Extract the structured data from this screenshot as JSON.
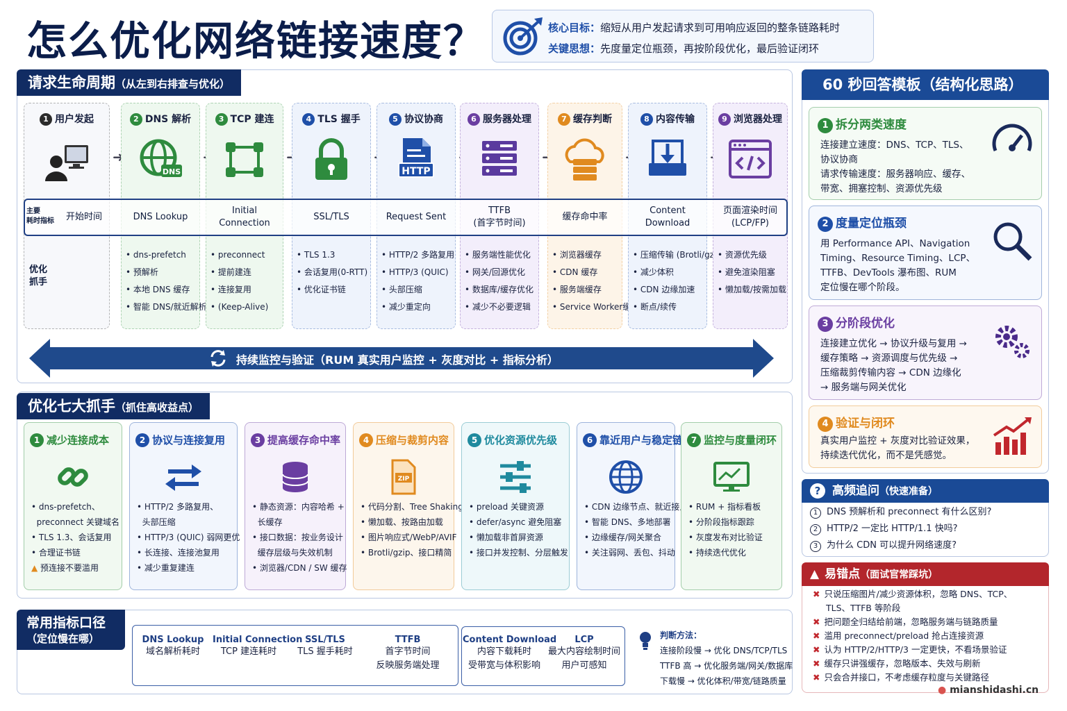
{
  "title": "怎么优化网络链接速度？",
  "goal": {
    "k1": "核心目标：",
    "v1": "缩短从用户发起请求到可用响应返回的整条链路耗时",
    "k2": "关键思想：",
    "v2": "先度量定位瓶颈，再按阶段优化，最后验证闭环",
    "icon": "target-icon"
  },
  "lifecycle": {
    "title": "请求生命周期",
    "sub": "（从左到右排查与优化）",
    "metric_label": [
      "主要",
      "耗时指标"
    ],
    "lever_label": [
      "优化",
      "抓手"
    ],
    "loop": "持续监控与验证（RUM 真实用户监控 + 灰度对比 + 指标分析）",
    "steps": [
      {
        "n": "1",
        "t": "用户发起",
        "m1": "开始时间",
        "m2": "",
        "items": []
      },
      {
        "n": "2",
        "t": "DNS 解析",
        "m1": "DNS Lookup",
        "m2": "",
        "items": [
          "dns-prefetch",
          "预解析",
          "本地 DNS 缓存",
          "智能 DNS/就近解析"
        ]
      },
      {
        "n": "3",
        "t": "TCP 建连",
        "m1": "Initial",
        "m2": "Connection",
        "items": [
          "preconnect",
          "提前建连",
          "连接复用",
          "(Keep-Alive)"
        ]
      },
      {
        "n": "4",
        "t": "TLS 握手",
        "m1": "SSL/TLS",
        "m2": "",
        "items": [
          "TLS 1.3",
          "会话复用(0-RTT)",
          "优化证书链"
        ]
      },
      {
        "n": "5",
        "t": "协议协商",
        "m1": "Request Sent",
        "m2": "",
        "items": [
          "HTTP/2 多路复用",
          "HTTP/3 (QUIC)",
          "头部压缩",
          "减少重定向"
        ]
      },
      {
        "n": "6",
        "t": "服务器处理",
        "m1": "TTFB",
        "m2": "(首字节时间)",
        "items": [
          "服务端性能优化",
          "网关/回源优化",
          "数据库/缓存优化",
          "减少不必要逻辑"
        ]
      },
      {
        "n": "7",
        "t": "缓存判断",
        "m1": "缓存命中率",
        "m2": "",
        "items": [
          "浏览器缓存",
          "CDN 缓存",
          "服务端缓存",
          "Service Worker缓存"
        ]
      },
      {
        "n": "8",
        "t": "内容传输",
        "m1": "Content",
        "m2": "Download",
        "items": [
          "压缩传输 (Brotli/gzip)",
          "减少体积",
          "CDN 边缘加速",
          "断点/续传"
        ]
      },
      {
        "n": "9",
        "t": "浏览器处理",
        "m1": "页面渲染时间",
        "m2": "(LCP/FP)",
        "items": [
          "资源优先级",
          "避免渲染阻塞",
          "懒加载/按需加载"
        ]
      }
    ]
  },
  "levers": {
    "title": "优化七大抓手",
    "sub": "（抓住高收益点）",
    "items": [
      {
        "n": "1",
        "t": "减少连接成本",
        "items": [
          "dns-prefetch、",
          "preconnect 关键域名",
          "TLS 1.3、会话复用",
          "合理证书链",
          "预连接不要滥用"
        ]
      },
      {
        "n": "2",
        "t": "协议与连接复用",
        "items": [
          "HTTP/2 多路复用、",
          "头部压缩",
          "HTTP/3 (QUIC) 弱网更优",
          "长连接、连接池复用",
          "减少重复建连"
        ]
      },
      {
        "n": "3",
        "t": "提高缓存命中率",
        "items": [
          "静态资源：内容哈希 +",
          "长缓存",
          "接口数据：按业务设计",
          "缓存层级与失效机制",
          "浏览器/CDN / SW 缓存"
        ]
      },
      {
        "n": "4",
        "t": "压缩与裁剪内容",
        "items": [
          "代码分割、Tree Shaking",
          "懒加载、按路由加载",
          "图片响应式/WebP/AVIF",
          "Brotli/gzip、接口精简"
        ]
      },
      {
        "n": "5",
        "t": "优化资源优先级",
        "items": [
          "preload 关键资源",
          "defer/async 避免阻塞",
          "懒加载非首屏资源",
          "接口并发控制、分层触发"
        ]
      },
      {
        "n": "6",
        "t": "靠近用户与稳定链路",
        "items": [
          "CDN 边缘节点、就近接入",
          "智能 DNS、多地部署",
          "边缘缓存/网关聚合",
          "关注弱网、丢包、抖动"
        ]
      },
      {
        "n": "7",
        "t": "监控与度量闭环",
        "items": [
          "RUM + 指标看板",
          "分阶段指标跟踪",
          "灰度发布对比验证",
          "持续迭代优化"
        ]
      }
    ]
  },
  "metrics": {
    "title1": "常用指标口径",
    "title2": "（定位慢在哪）",
    "cells": [
      {
        "a": "DNS Lookup",
        "b": "域名解析耗时"
      },
      {
        "a": "Initial Connection",
        "b": "TCP 建连耗时"
      },
      {
        "a": "SSL/TLS",
        "b": "TLS 握手耗时"
      },
      {
        "a": "TTFB",
        "b": "首字节时间",
        "c": "反映服务端处理"
      },
      {
        "a": "Content Download",
        "b": "内容下载耗时",
        "c": "受带宽与体积影响"
      },
      {
        "a": "LCP",
        "b": "最大内容绘制时间",
        "c": "用户可感知"
      }
    ],
    "judge": {
      "t": "判断方法：",
      "l": [
        "连接阶段慢 → 优化 DNS/TCP/TLS",
        "TTFB 高 → 优化服务端/网关/数据库",
        "下载慢 → 优化体积/带宽/链路质量"
      ]
    }
  },
  "answer": {
    "title": "60 秒回答模板（结构化思路）",
    "cards": [
      {
        "n": "1",
        "t": "拆分两类速度",
        "l": [
          "连接建立速度：DNS、TCP、TLS、",
          "协议协商",
          "请求传输速度：服务器响应、缓存、",
          "带宽、拥塞控制、资源优先级"
        ],
        "hl": "连接"
      },
      {
        "n": "2",
        "t": "度量定位瓶颈",
        "l": [
          "用 Performance API、Navigation",
          "Timing、Resource Timing、LCP、",
          "TTFB、DevTools 瀑布图、RUM",
          "定位慢在哪个阶段。"
        ]
      },
      {
        "n": "3",
        "t": "分阶段优化",
        "l": [
          "连接建立优化 → 协议升级与复用 →",
          "缓存策略 → 资源调度与优先级 →",
          "压缩裁剪传输内容 → CDN 边缘化",
          "→ 服务端与网关优化"
        ]
      },
      {
        "n": "4",
        "t": "验证与闭环",
        "l": [
          "真实用户监控 + 灰度对比验证效果，",
          "持续迭代优化，而不是凭感觉。"
        ]
      }
    ]
  },
  "faq": {
    "title": "高频追问",
    "sub": "（快速准备）",
    "items": [
      "DNS 预解析和 preconnect 有什么区别?",
      "HTTP/2 一定比 HTTP/1.1 快吗?",
      "为什么 CDN 可以提升网络速度?"
    ],
    "nums": [
      "1",
      "2",
      "3"
    ]
  },
  "pitfalls": {
    "title": "易错点",
    "sub": "（面试官常踩坑）",
    "items": [
      "只说压缩图片/减少资源体积，忽略 DNS、TCP、",
      "TLS、TTFB 等阶段",
      "把问题全归结给前端，忽略服务端与链路质量",
      "滥用 preconnect/preload 抢占连接资源",
      "认为 HTTP/2/HTTP/3 一定更快，不看场景验证",
      "缓存只讲强缓存，忽略版本、失效与刷新",
      "只会合并接口，不考虑缓存粒度与关键路径"
    ],
    "xmark": [
      true,
      false,
      true,
      true,
      true,
      true,
      true
    ]
  },
  "brand": "mianshidashi.cn",
  "colors": {
    "navy": "#112c63",
    "green": "#2e8b3e",
    "orange": "#e08a1f",
    "purple": "#6a3ea1",
    "blue": "#1f4fa8",
    "red": "#c1272d"
  }
}
